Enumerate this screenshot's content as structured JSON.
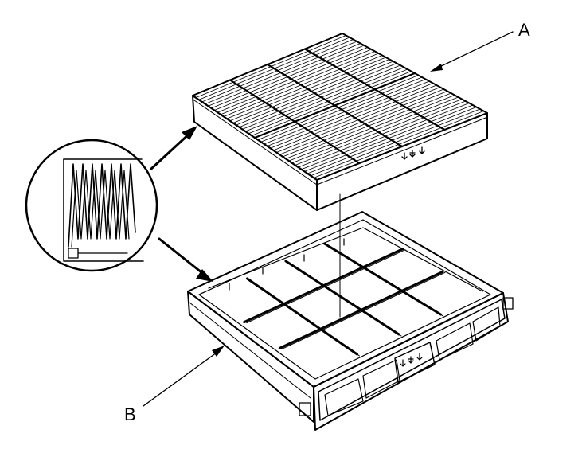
{
  "labels": {
    "a": "A",
    "b": "B"
  },
  "icons": [
    "filter-element",
    "filter-housing",
    "pleat-detail-magnifier",
    "airflow-arrow-mark"
  ],
  "colors": {
    "line": "#000000",
    "background": "#ffffff"
  }
}
